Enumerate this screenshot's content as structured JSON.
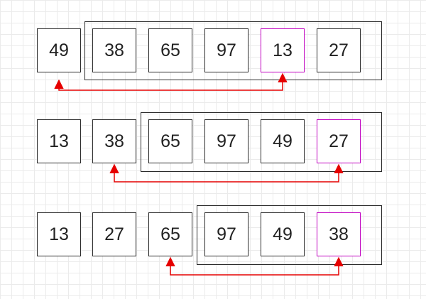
{
  "colors": {
    "cell_border": "#2b2b2b",
    "highlight_border": "#c000c0",
    "arrow": "#e60000",
    "text": "#222222"
  },
  "rows": [
    {
      "values": [
        "49",
        "38",
        "65",
        "97",
        "13",
        "27"
      ],
      "highlight_index": 4,
      "group_start": 1,
      "swap": [
        0,
        4
      ]
    },
    {
      "values": [
        "13",
        "38",
        "65",
        "97",
        "49",
        "27"
      ],
      "highlight_index": 5,
      "group_start": 2,
      "swap": [
        1,
        5
      ]
    },
    {
      "values": [
        "13",
        "27",
        "65",
        "97",
        "49",
        "38"
      ],
      "highlight_index": 5,
      "group_start": 3,
      "swap": [
        2,
        5
      ]
    }
  ]
}
